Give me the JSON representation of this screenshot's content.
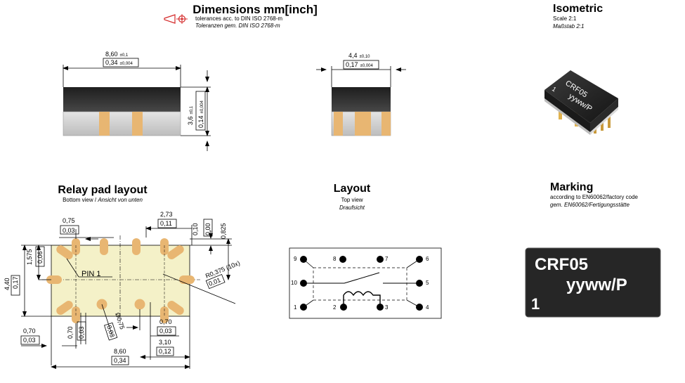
{
  "header": {
    "title": "Dimensions mm[inch]",
    "tol_line1": "tolerances acc. to DIN ISO 2768-m",
    "tol_line2": "Toleranzen gem. DIN ISO 2768-m",
    "iso_title": "Isometric",
    "iso_scale1": "Scale 2:1",
    "iso_scale2": "Maßstab 2:1"
  },
  "side_view": {
    "width_mm": "8,60",
    "width_tol_mm": "±0,1",
    "width_in": "0,34",
    "width_tol_in": "±0,004",
    "height_mm": "3,6",
    "height_tol_mm": "±0,1",
    "height_in": "0,14",
    "height_tol_in": "±0,004"
  },
  "end_view": {
    "width_mm": "4,4",
    "width_tol_mm": "±0,10",
    "width_in": "0,17",
    "width_tol_in": "±0,004"
  },
  "iso_part": {
    "line1": "CRF05",
    "line2": "yyww/P",
    "pin": "1"
  },
  "pad_layout": {
    "title": "Relay pad layout",
    "subtitle_en": "Bottom view / ",
    "subtitle_de": "Ansicht von unten",
    "pin1_label": "PIN 1",
    "dim_075": "0,75",
    "dim_003_a": "0,03",
    "dim_273": "2,73",
    "dim_011": "0,11",
    "dim_010": "0,10",
    "dim_000": "0,00",
    "dim_0825": "0,825",
    "dim_1575": "1,575",
    "dim_006": "0,06",
    "dim_440": "4,40",
    "dim_017": "0,17",
    "radius": "R0,375 (10x)",
    "radius_in": "0,01",
    "dim_070_left": "0,70",
    "dim_003_left": "0,03",
    "dim_070_mid": "0,70",
    "dim_003_mid": "0,03",
    "dia": "Ø0,75",
    "dia_in": "0,03",
    "dim_070_right": "0,70",
    "dim_003_right": "0,03",
    "dim_310": "3,10",
    "dim_012": "0,12",
    "dim_860": "8,60",
    "dim_034": "0,34"
  },
  "layout": {
    "title": "Layout",
    "sub1": "Top view",
    "sub2": "Draufsicht",
    "pins": [
      "9",
      "8",
      "7",
      "6",
      "10",
      "5",
      "1",
      "2",
      "3",
      "4"
    ]
  },
  "marking": {
    "title": "Marking",
    "line1": "according to EN60062/factory code",
    "line2": "gem. EN60062/Fertigungsstätte",
    "box_line1": "CRF05",
    "box_line2": "yyww/P",
    "box_pin": "1"
  },
  "colors": {
    "body_top": "#333333",
    "body_bottom": "#d4d4d4",
    "terminal": "#e8b672",
    "pad_fill": "#f4f1c8",
    "marking_bg": "#262626",
    "tol_symbol": "#d42a2a"
  }
}
